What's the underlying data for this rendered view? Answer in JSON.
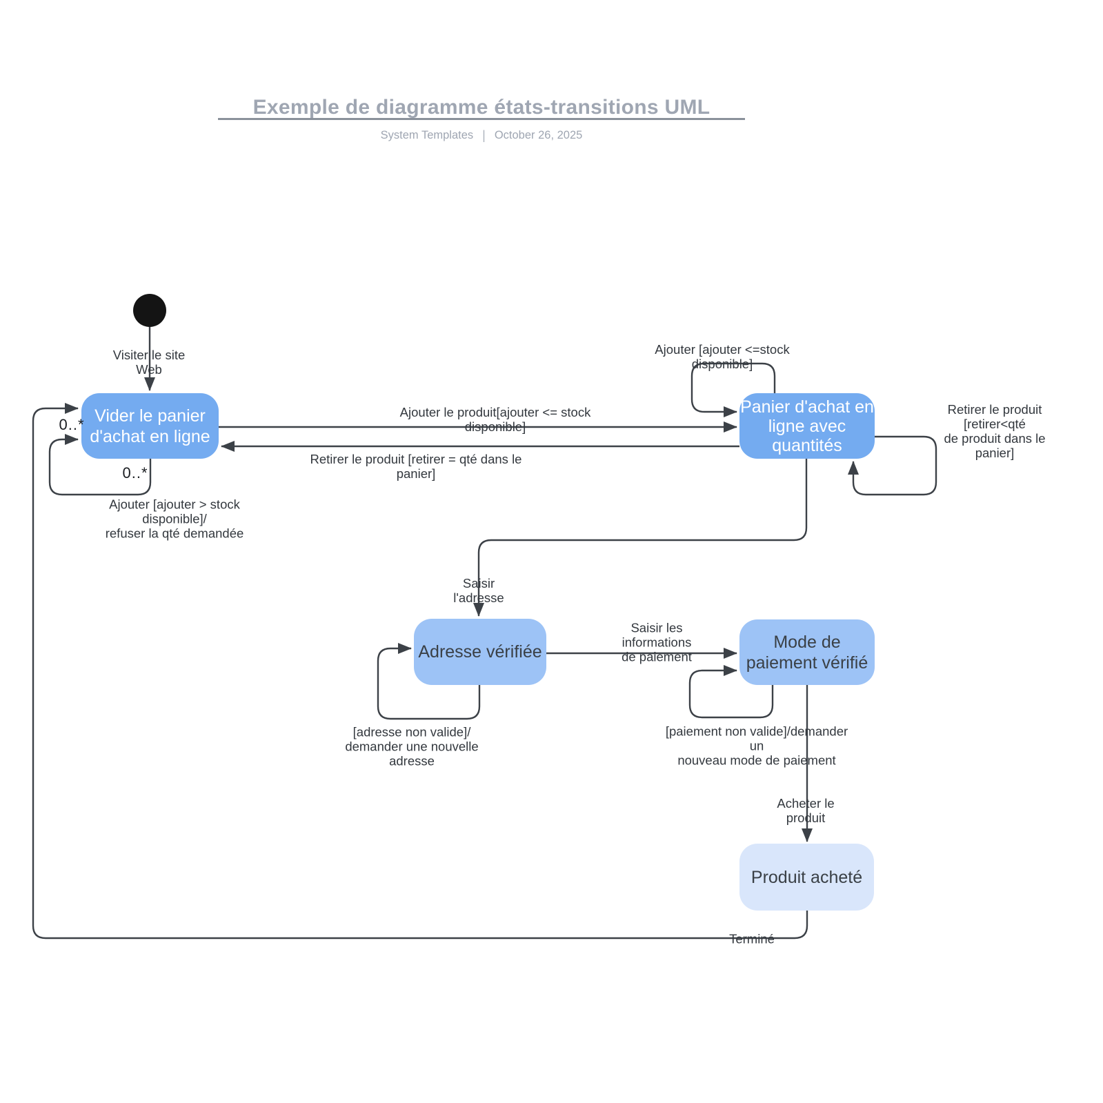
{
  "header": {
    "title": "Exemple de diagramme états-transitions UML",
    "byline_author": "System Templates",
    "byline_separator": "|",
    "byline_date": "October 26, 2025"
  },
  "colors": {
    "node-strong": "#74ABF0",
    "node-light": "#9DC3F6",
    "node-lighter": "#D9E6FB",
    "stroke": "#3C4147",
    "heading": "#9FA6B2",
    "rule": "#8A919B",
    "label": "#33383E",
    "ink": "#141414",
    "node-text-light": "#FFFFFF",
    "node-text-dark": "#3A4046"
  },
  "nodes": {
    "vider": {
      "label": "Vider le panier\nd'achat en ligne"
    },
    "panier": {
      "label": "Panier d'achat en\nligne avec\nquantités"
    },
    "adresse": {
      "label": "Adresse vérifiée"
    },
    "mode": {
      "label": "Mode de\npaiement vérifié"
    },
    "produit": {
      "label": "Produit acheté"
    }
  },
  "edge_labels": {
    "visiter": "Visiter le site\nWeb",
    "mult_upper": "0..*",
    "mult_lower": "0..*",
    "ajouter_refuser": "Ajouter [ajouter > stock\ndisponible]/\nrefuser la qté demandée",
    "ajouter_produit": "Ajouter le produit[ajouter <= stock\ndisponible]",
    "retirer_egal": "Retirer le produit [retirer = qté dans le\npanier]",
    "ajouter_stock": "Ajouter [ajouter <=stock\ndisponible]",
    "retirer_inf": "Retirer le produit\n[retirer<qté\nde produit dans le panier]",
    "saisir_adresse": "Saisir\nl'adresse",
    "adresse_non_valide": "[adresse non valide]/\ndemander une nouvelle\nadresse",
    "saisir_infos": "Saisir les\ninformations\nde paiement",
    "paiement_non_valide": "[paiement non valide]/demander\nun\nnouveau mode de paiement",
    "acheter": "Acheter le\nproduit",
    "termine": "Terminé"
  }
}
